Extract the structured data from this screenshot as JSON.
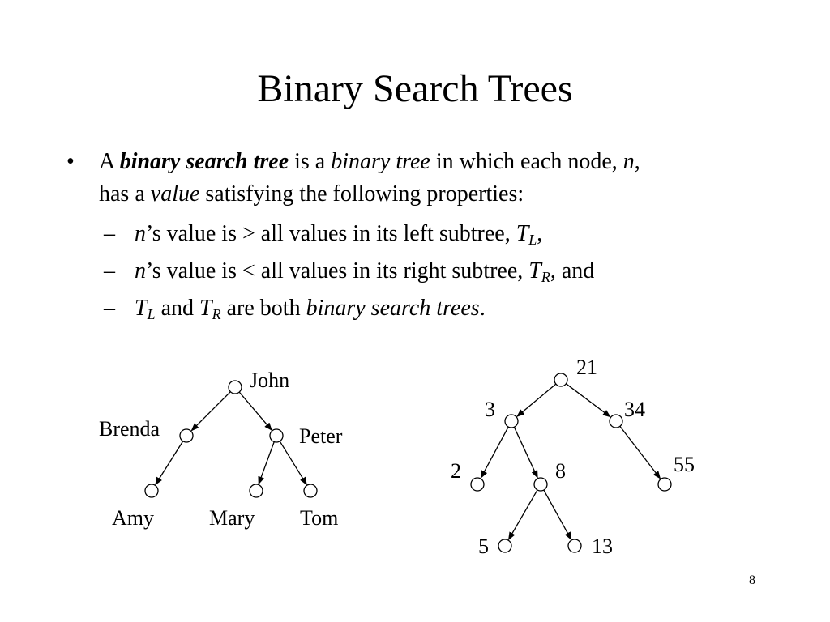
{
  "slide": {
    "title": "Binary Search Trees",
    "page_number": "8"
  },
  "bullet": {
    "mark": "•",
    "line1": {
      "a": "A ",
      "bst": "binary search tree",
      "is_a": " is a ",
      "bt": "binary tree",
      "rest": " in which each node, ",
      "n": "n",
      "comma": ","
    },
    "line2": {
      "has_a": "has a ",
      "value": "value",
      "rest": " satisfying the following properties:"
    }
  },
  "sub_items": [
    {
      "dash": "–",
      "n": "n",
      "text": "’s value is > all values in its left subtree, ",
      "T": "T",
      "sub": "L",
      "tail": ","
    },
    {
      "dash": "–",
      "n": "n",
      "text": "’s value is < all values in its right subtree, ",
      "T": "T",
      "sub": "R",
      "tail": ", and"
    },
    {
      "dash": "–",
      "T1": "T",
      "sub1": "L",
      "and": " and ",
      "T2": "T",
      "sub2": "R",
      "mid": " are both ",
      "bst": "binary search trees",
      "tail": "."
    }
  ],
  "tree_names": {
    "nodes": [
      {
        "id": "john",
        "label": "John"
      },
      {
        "id": "brenda",
        "label": "Brenda"
      },
      {
        "id": "peter",
        "label": "Peter"
      },
      {
        "id": "amy",
        "label": "Amy"
      },
      {
        "id": "mary",
        "label": "Mary"
      },
      {
        "id": "tom",
        "label": "Tom"
      }
    ],
    "edges": [
      [
        "john",
        "brenda"
      ],
      [
        "john",
        "peter"
      ],
      [
        "brenda",
        "amy"
      ],
      [
        "peter",
        "mary"
      ],
      [
        "peter",
        "tom"
      ]
    ]
  },
  "tree_numbers": {
    "nodes": [
      {
        "id": "n21",
        "label": "21"
      },
      {
        "id": "n3",
        "label": "3"
      },
      {
        "id": "n34",
        "label": "34"
      },
      {
        "id": "n2",
        "label": "2"
      },
      {
        "id": "n8",
        "label": "8"
      },
      {
        "id": "n55",
        "label": "55"
      },
      {
        "id": "n5",
        "label": "5"
      },
      {
        "id": "n13",
        "label": "13"
      }
    ],
    "edges": [
      [
        "n21",
        "n3"
      ],
      [
        "n21",
        "n34"
      ],
      [
        "n3",
        "n2"
      ],
      [
        "n3",
        "n8"
      ],
      [
        "n34",
        "n55"
      ],
      [
        "n8",
        "n5"
      ],
      [
        "n8",
        "n13"
      ]
    ]
  }
}
